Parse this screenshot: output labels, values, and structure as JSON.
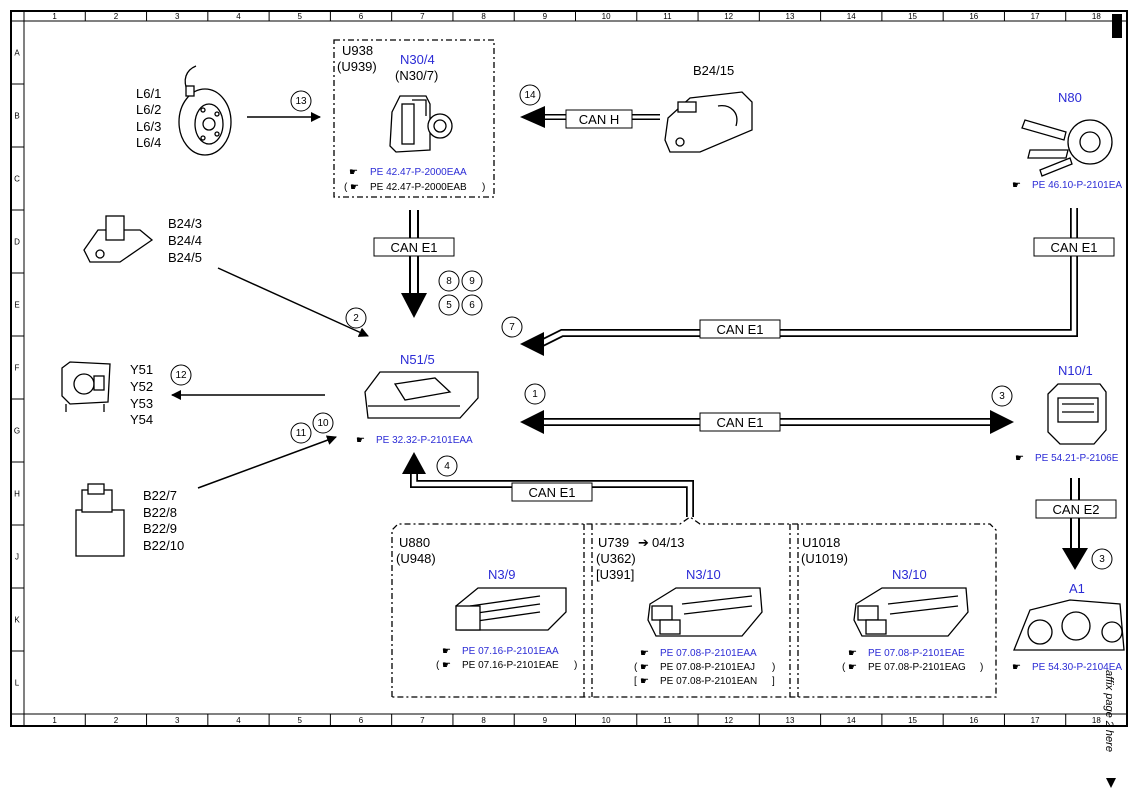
{
  "frame": {
    "columns": [
      "1",
      "2",
      "3",
      "4",
      "5",
      "6",
      "7",
      "8",
      "9",
      "10",
      "11",
      "12",
      "13",
      "14",
      "15",
      "16",
      "17",
      "18"
    ],
    "rows": [
      "A",
      "B",
      "C",
      "D",
      "E",
      "F",
      "G",
      "H",
      "J",
      "K",
      "L"
    ]
  },
  "components": {
    "wheel_sensors": {
      "labels": [
        "L6/1",
        "L6/2",
        "L6/3",
        "L6/4"
      ]
    },
    "n30": {
      "code1": "U938",
      "code2": "(U939)",
      "name": "N30/4",
      "alt": "(N30/7)",
      "ref1": "PE 42.47-P-2000EAA",
      "ref2": "PE 42.47-P-2000EAB"
    },
    "b24_15": {
      "name": "B24/15"
    },
    "n80": {
      "name": "N80",
      "ref": "PE 46.10-P-2101EA"
    },
    "b24_accel": {
      "labels": [
        "B24/3",
        "B24/4",
        "B24/5"
      ]
    },
    "n51": {
      "name": "N51/5",
      "ref": "PE 32.32-P-2101EAA"
    },
    "valves": {
      "labels": [
        "Y51",
        "Y52",
        "Y53",
        "Y54"
      ]
    },
    "b22": {
      "labels": [
        "B22/7",
        "B22/8",
        "B22/9",
        "B22/10"
      ]
    },
    "n10": {
      "name": "N10/1",
      "ref": "PE 54.21-P-2106E"
    },
    "a1": {
      "name": "A1",
      "ref": "PE 54.30-P-2104EA"
    },
    "ecu1": {
      "code1": "U880",
      "code2": "(U948)",
      "name": "N3/9",
      "ref1": "PE 07.16-P-2101EAA",
      "ref2": "PE 07.16-P-2101EAE"
    },
    "ecu2": {
      "code1": "U739",
      "code1b": "04/13",
      "code2": "(U362)",
      "code3": "[U391]",
      "name": "N3/10",
      "ref1": "PE 07.08-P-2101EAA",
      "ref2": "PE 07.08-P-2101EAJ",
      "ref3": "PE 07.08-P-2101EAN"
    },
    "ecu3": {
      "code1": "U1018",
      "code2": "(U1019)",
      "name": "N3/10",
      "ref1": "PE 07.08-P-2101EAE",
      "ref2": "PE 07.08-P-2101EAG"
    }
  },
  "buses": {
    "can_h": "CAN H",
    "can_e1": "CAN E1",
    "can_e2": "CAN E2"
  },
  "markers": {
    "m1": "1",
    "m2": "2",
    "m3": "3",
    "m3b": "3",
    "m4": "4",
    "m5": "5",
    "m6": "6",
    "m7": "7",
    "m8": "8",
    "m9": "9",
    "m10": "10",
    "m11": "11",
    "m12": "12",
    "m13": "13",
    "m14": "14"
  },
  "affix_note": "affix page 2 here"
}
